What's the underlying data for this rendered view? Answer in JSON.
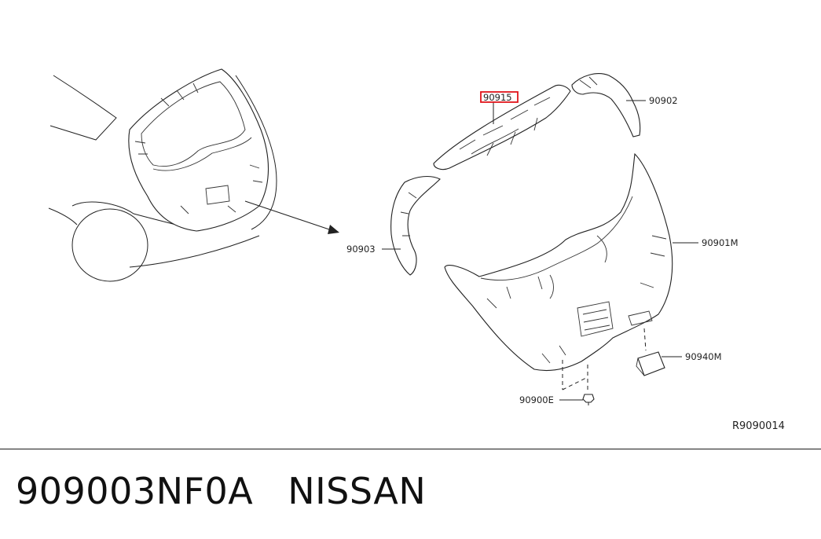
{
  "diagram": {
    "reference_code": "R9090014",
    "callouts": {
      "p90915": "90915",
      "p90902": "90902",
      "p90903": "90903",
      "p90901M": "90901M",
      "p90940M": "90940M",
      "p90900E": "90900E"
    },
    "highlight_color": "#e0141b"
  },
  "footer": {
    "part_number": "909003NF0A",
    "brand": "NISSAN"
  }
}
